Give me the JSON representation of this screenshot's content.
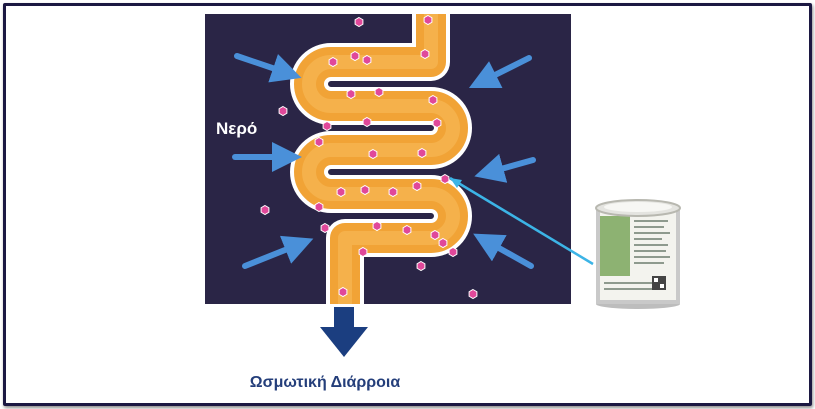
{
  "diagram": {
    "water_label": "Νερό",
    "caption": "Ωσμωτική Διάρροια",
    "colors": {
      "background": "#2a2546",
      "intestine": "#f1a336",
      "intestine_outline": "#ffffff",
      "particles": "#e0489a",
      "water_arrows": "#4a90d9",
      "pointer_line": "#3cb4e6",
      "diarrhea_arrow": "#1b3e80",
      "caption": "#243e7a"
    },
    "icons": [
      "intestine-illustration",
      "hexagon-particle",
      "formula-can-icon"
    ]
  }
}
